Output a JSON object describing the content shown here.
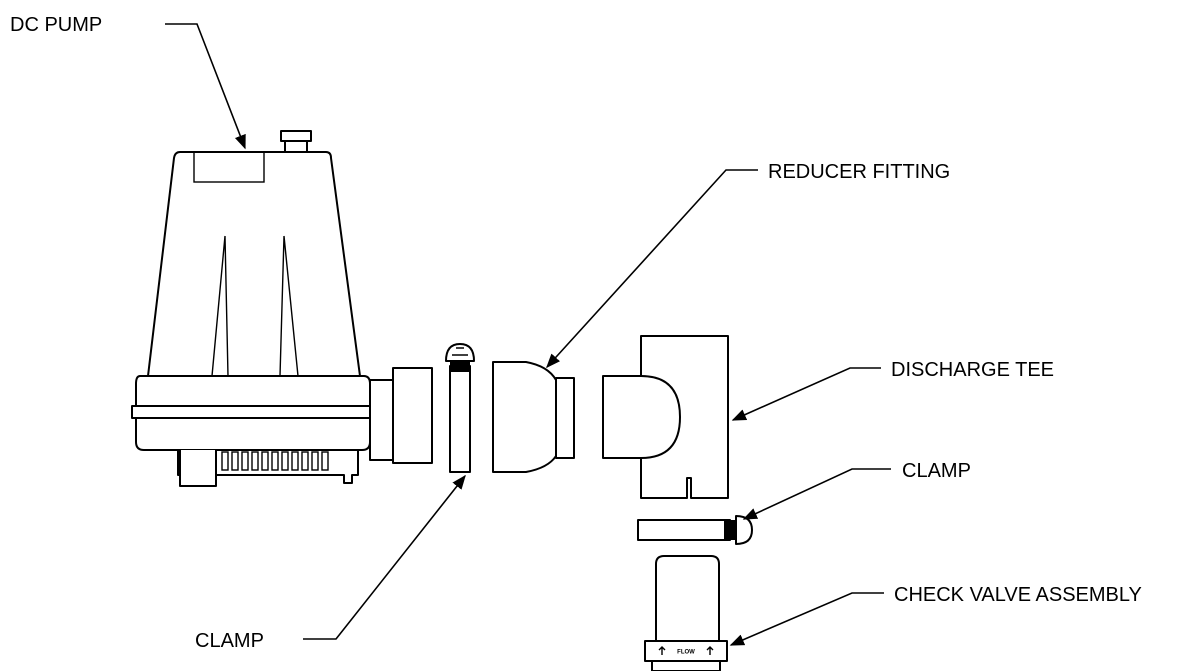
{
  "labels": {
    "dc_pump": "DC PUMP",
    "reducer_fitting": "REDUCER FITTING",
    "discharge_tee": "DISCHARGE TEE",
    "clamp_right": "CLAMP",
    "check_valve": "CHECK VALVE ASSEMBLY",
    "clamp_bottom": "CLAMP",
    "flow_marking": "FLOW"
  }
}
